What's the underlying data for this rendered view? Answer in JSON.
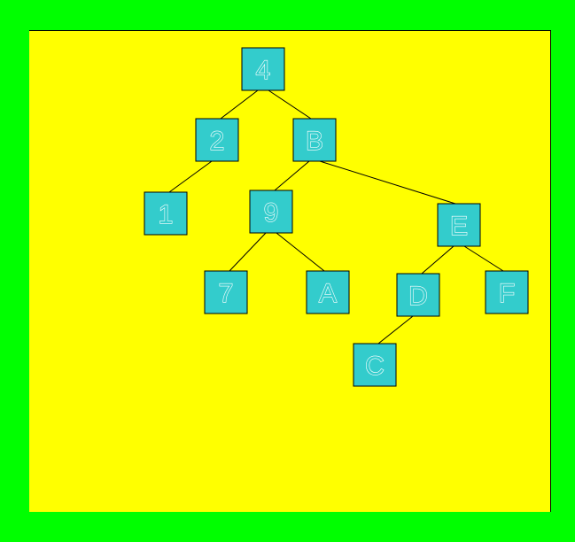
{
  "colors": {
    "background": "#00ff00",
    "panel": "#ffff00",
    "node_fill": "#33cccc",
    "edge": "#000000"
  },
  "tree": {
    "nodes": [
      {
        "id": "n4",
        "label": "4"
      },
      {
        "id": "n2",
        "label": "2"
      },
      {
        "id": "nB",
        "label": "B"
      },
      {
        "id": "n1",
        "label": "1"
      },
      {
        "id": "n9",
        "label": "9"
      },
      {
        "id": "nE",
        "label": "E"
      },
      {
        "id": "n7",
        "label": "7"
      },
      {
        "id": "nA",
        "label": "A"
      },
      {
        "id": "nD",
        "label": "D"
      },
      {
        "id": "nF",
        "label": "F"
      },
      {
        "id": "nC",
        "label": "C"
      }
    ],
    "edges": [
      {
        "from": "n4",
        "to": "n2"
      },
      {
        "from": "n4",
        "to": "nB"
      },
      {
        "from": "n2",
        "to": "n1"
      },
      {
        "from": "nB",
        "to": "n9"
      },
      {
        "from": "nB",
        "to": "nE"
      },
      {
        "from": "n9",
        "to": "n7"
      },
      {
        "from": "n9",
        "to": "nA"
      },
      {
        "from": "nE",
        "to": "nD"
      },
      {
        "from": "nE",
        "to": "nF"
      },
      {
        "from": "nD",
        "to": "nC"
      }
    ]
  }
}
